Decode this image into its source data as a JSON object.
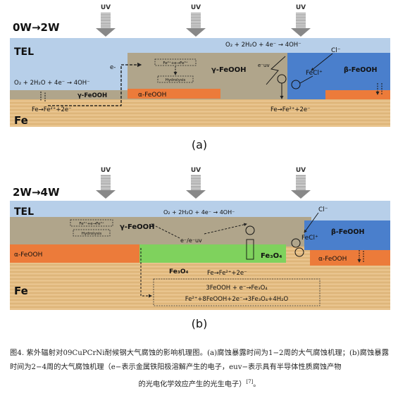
{
  "panel_a": {
    "period": "0W→2W",
    "uv": [
      "UV",
      "UV",
      "UV"
    ],
    "tel": "TEL",
    "fe": "Fe",
    "reaction_top": "O₂ + 2H₂O + 4e⁻ → 4OH⁻",
    "reaction_left": "O₂ + 2H₂O + 4e⁻ → 4OH⁻",
    "e_minus": "e-",
    "e_uv": "e⁻uv",
    "cl": "Cl⁻",
    "fecl": "FeCl⁺",
    "gamma_center": "γ-FeOOH",
    "gamma_left": "γ-FeOOH",
    "alpha": "α-FeOOH",
    "beta": "β-FeOOH",
    "fe_left": "Fe→Fe²⁺+2e⁻",
    "fe_right": "Fe→Fe²⁺+2e⁻",
    "box1": "Fe²⁺+e→Fe³⁺",
    "box2": "Hydrolysis",
    "label": "(a)"
  },
  "panel_b": {
    "period": "2W→4W",
    "uv": [
      "UV",
      "UV",
      "UV"
    ],
    "tel": "TEL",
    "fe": "Fe",
    "reaction_top": "O₂ + 2H₂O + 4e⁻ → 4OH⁻",
    "cl": "Cl⁻",
    "fecl": "FeCl⁺",
    "e_pair": "e⁻/e⁻uv",
    "gamma": "γ-FeOOH",
    "beta": "β-FeOOH",
    "alpha_left": "α-FeOOH",
    "alpha_right": "α-FeOOH",
    "fe3o4_mid": "Fe₃O₄",
    "fe3o4_left": "Fe₃O₄",
    "fe_reaction": "Fe→Fe²⁺+2e⁻",
    "eq1": "3FeOOH + e⁻→Fe₃O₄",
    "eq2": "Fe²⁺+8FeOOH+2e⁻→3Fe₃O₄+4H₂O",
    "box1": "Fe²⁺+e→Fe³⁺",
    "box2": "Hydrolysis",
    "label": "(b)"
  },
  "caption": {
    "line1": "图4. 紫外辐射对09CuPCrNi耐候钢大气腐蚀的影响机理图。(a)腐蚀暴露时间为1−2周的大气腐蚀机理；(b)腐蚀暴露时间为2−4周的大气腐蚀机理（e−表示金属铁阳极溶解产生的电子，euv−表示具有半导体性质腐蚀产物",
    "line2": "的光电化学效应产生的光生电子）",
    "ref": "[7]",
    "end": "。"
  }
}
